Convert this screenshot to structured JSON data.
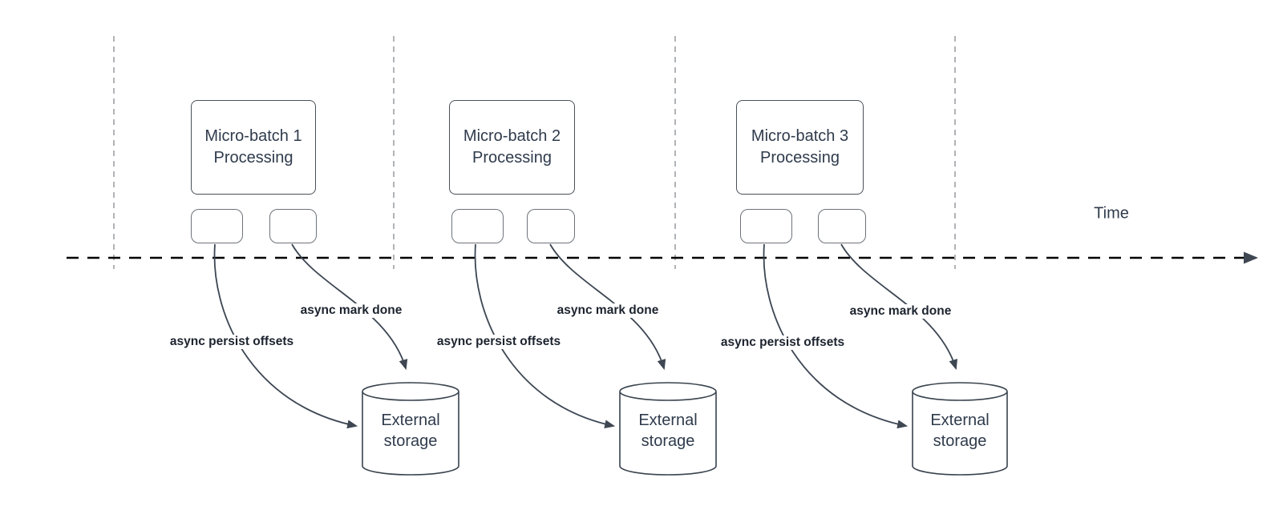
{
  "diagram": {
    "timeline": {
      "label": "Time"
    },
    "groups": [
      {
        "title": "Micro-batch 1\nProcessing",
        "persist_label": "async persist offsets",
        "done_label": "async mark done",
        "storage_label": "External\nstorage"
      },
      {
        "title": "Micro-batch 2\nProcessing",
        "persist_label": "async persist offsets",
        "done_label": "async mark done",
        "storage_label": "External\nstorage"
      },
      {
        "title": "Micro-batch 3\nProcessing",
        "persist_label": "async persist offsets",
        "done_label": "async mark done",
        "storage_label": "External\nstorage"
      }
    ],
    "colors": {
      "edge": "#3c4653",
      "gridline": "#b0b3b7",
      "timeline": "#000000",
      "arrowhead": "#3e4752",
      "node_border": "#4a5158",
      "mini_border": "#6e737a",
      "text": "#2f3b4c",
      "label_text": "#1c232e",
      "background": "#ffffff"
    }
  }
}
